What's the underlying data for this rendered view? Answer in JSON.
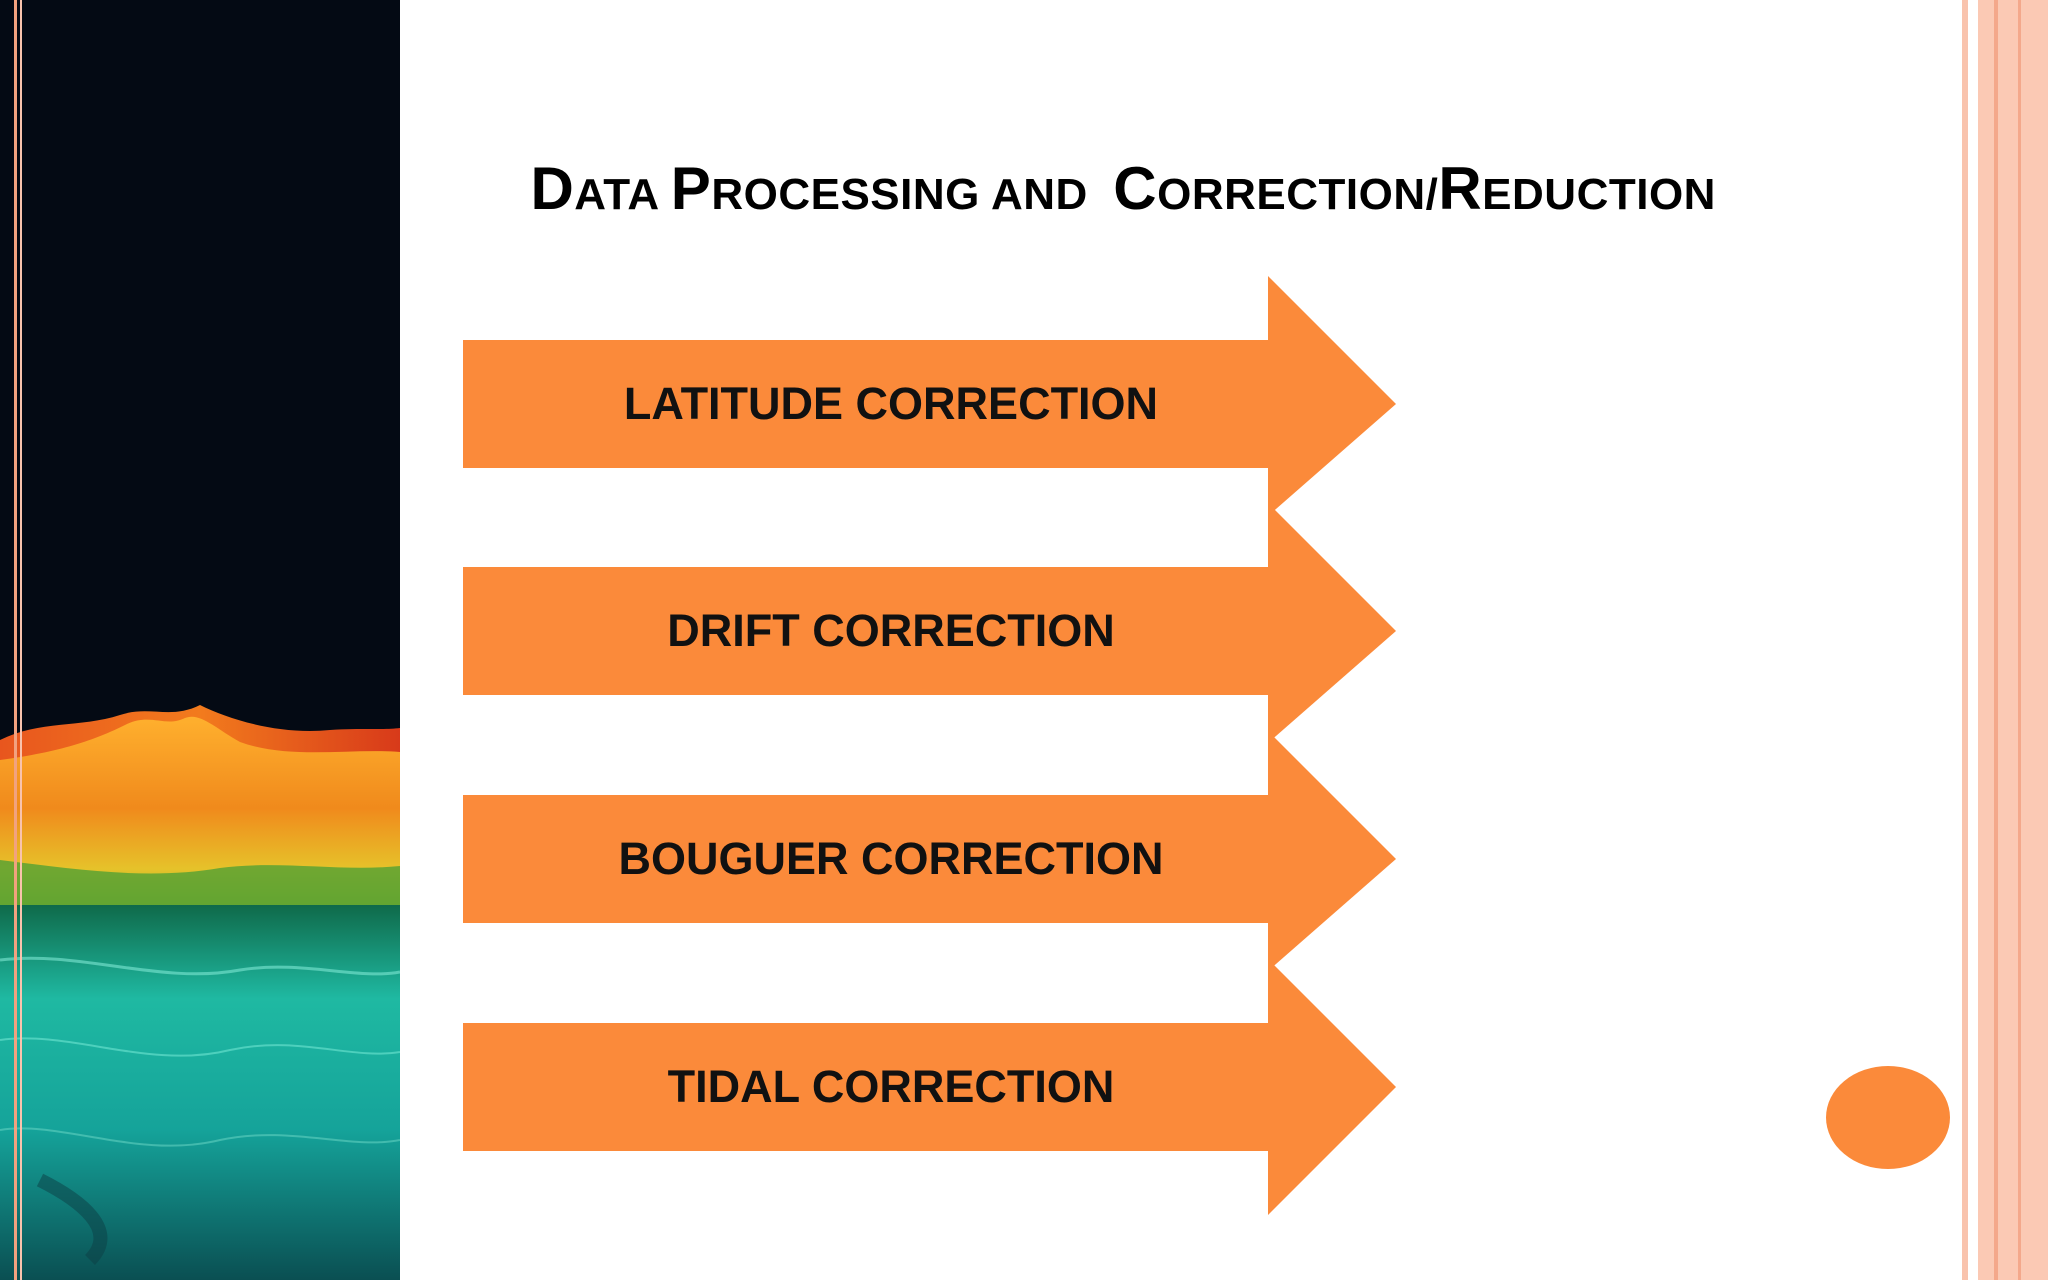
{
  "slide": {
    "title_parts": [
      {
        "cap": "D",
        "rest": "ATA "
      },
      {
        "cap": "P",
        "rest": "ROCESSING AND  "
      },
      {
        "cap": "C",
        "rest": "ORRECTION/"
      },
      {
        "cap": "R",
        "rest": "EDUCTION"
      }
    ],
    "steps": [
      {
        "label": "LATITUDE CORRECTION"
      },
      {
        "label": "DRIFT CORRECTION"
      },
      {
        "label": "BOUGUER CORRECTION"
      },
      {
        "label": "TIDAL CORRECTION"
      }
    ]
  },
  "colors": {
    "arrow_fill": "#fb8a3a",
    "accent_dot": "#fb8a3a",
    "border_peach": "#f9c3ad",
    "panel_dark": "#040a14"
  },
  "icons": {
    "left_image": "gravity-anomaly-terrain-image",
    "arrow_shape": "right-arrow-icon"
  }
}
